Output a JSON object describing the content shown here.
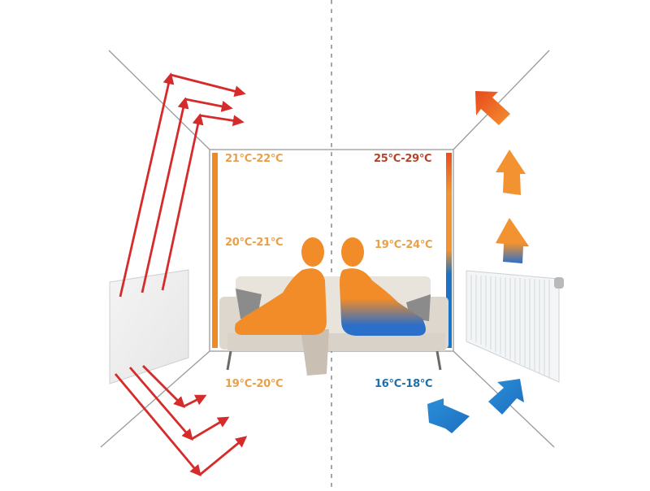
{
  "diagram": {
    "title": "Infrared panel vs. convection radiator room temperature distribution",
    "left_side": {
      "label": "infrared-panel-heating",
      "temperatures": {
        "ceiling": "21°C-22°C",
        "middle": "20°C-21°C",
        "floor": "19°C-20°C"
      },
      "bar_color": "#f08a24",
      "text_color": "#e9a04a",
      "ray_color": "#d62b2b"
    },
    "right_side": {
      "label": "convection-radiator-heating",
      "temperatures": {
        "ceiling": "25°C-29°C",
        "middle": "19°C-24°C",
        "floor": "16°C-18°C"
      },
      "ceiling_text_color": "#b5452a",
      "middle_text_color": "#e9a04a",
      "floor_text_color": "#1f6fa8",
      "gradient": [
        "#e8501f",
        "#f39230",
        "#1c72c4"
      ]
    },
    "colors": {
      "wall_line": "#9a9a9a",
      "divider": "#888888",
      "person_warm": "#f28c28",
      "person_cold": "#1f6fc4",
      "sofa": "#ece7df"
    }
  }
}
